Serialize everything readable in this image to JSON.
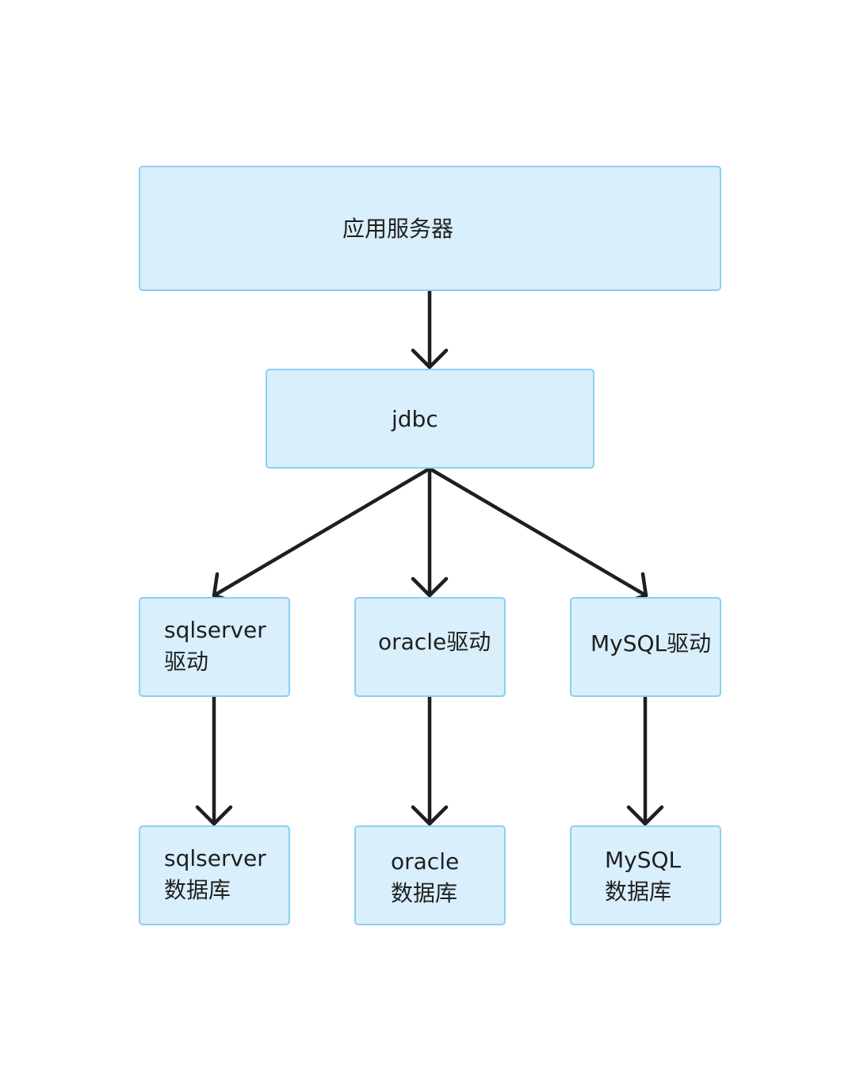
{
  "nodes": {
    "app_server": {
      "label": "应用服务器"
    },
    "jdbc": {
      "label": "jdbc"
    },
    "sqlserver_driver": {
      "lines": [
        "sqlserver",
        "驱动"
      ]
    },
    "oracle_driver": {
      "label": "oracle驱动"
    },
    "mysql_driver": {
      "label": "MySQL驱动"
    },
    "sqlserver_db": {
      "lines": [
        "sqlserver",
        "数据库"
      ]
    },
    "oracle_db": {
      "lines": [
        "oracle",
        "数据库"
      ]
    },
    "mysql_db": {
      "lines": [
        "MySQL",
        "数据库"
      ]
    }
  },
  "edges": [
    {
      "from": "app_server",
      "to": "jdbc"
    },
    {
      "from": "jdbc",
      "to": "sqlserver_driver"
    },
    {
      "from": "jdbc",
      "to": "oracle_driver"
    },
    {
      "from": "jdbc",
      "to": "mysql_driver"
    },
    {
      "from": "sqlserver_driver",
      "to": "sqlserver_db"
    },
    {
      "from": "oracle_driver",
      "to": "oracle_db"
    },
    {
      "from": "mysql_driver",
      "to": "mysql_db"
    }
  ],
  "colors": {
    "node_fill": "#d9effc",
    "node_border": "#8ccff3",
    "edge": "#1f1f1f",
    "text": "#1f1f1f"
  }
}
